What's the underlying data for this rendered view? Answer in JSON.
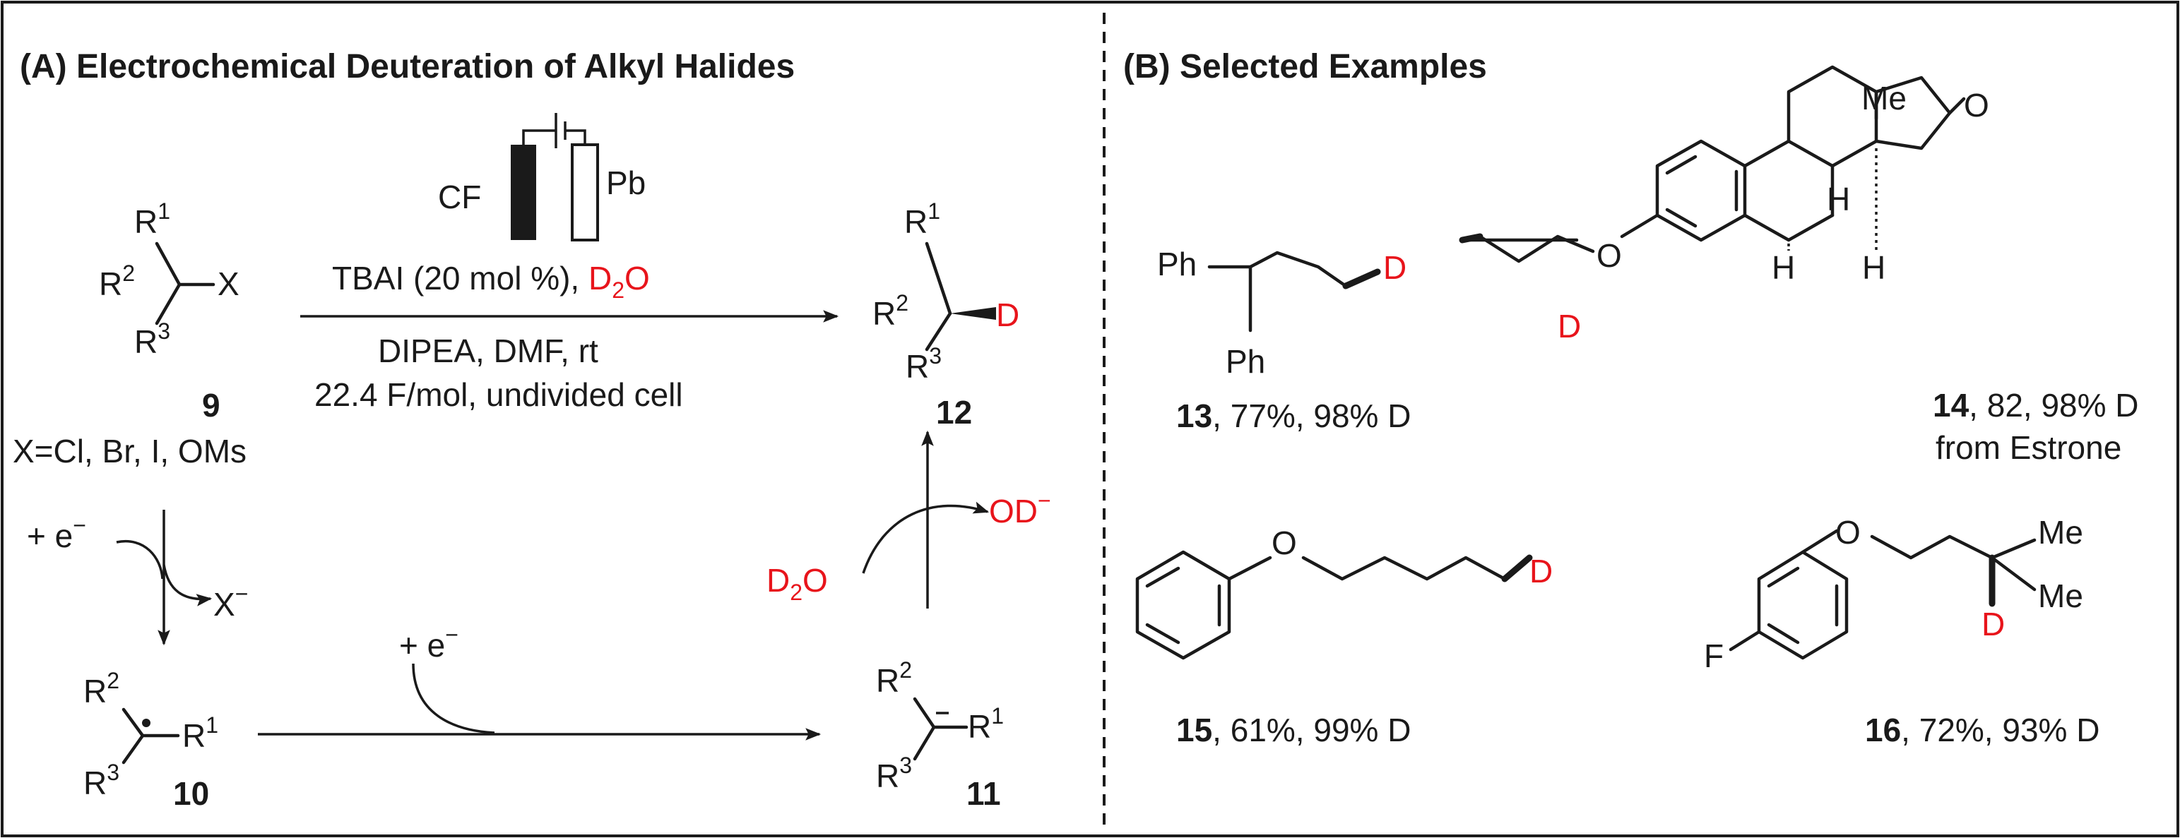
{
  "panel_a": {
    "title": "(A) Electrochemical Deuteration of Alkyl Halides",
    "electrode_left": "CF",
    "electrode_right": "Pb",
    "conditions": {
      "line1_prefix": "TBAI (20 mol %), ",
      "line1_reagent": "D",
      "line1_reagent_sub": "2",
      "line1_reagent_end": "O",
      "line2": "DIPEA, DMF,  rt",
      "line3": "22.4 F/mol, undivided cell"
    },
    "substrate": {
      "r1": "R",
      "r1_sup": "1",
      "r2": "R",
      "r2_sup": "2",
      "r3": "R",
      "r3_sup": "3",
      "x": "X",
      "number": "9",
      "x_def": "X=Cl, Br, I, OMs"
    },
    "product": {
      "r1": "R",
      "r1_sup": "1",
      "r2": "R",
      "r2_sup": "2",
      "r3": "R",
      "r3_sup": "3",
      "d": "D",
      "number": "12"
    },
    "radical": {
      "r1": "R",
      "r1_sup": "1",
      "r2": "R",
      "r2_sup": "2",
      "r3": "R",
      "r3_sup": "3",
      "number": "10"
    },
    "anion": {
      "r1": "R",
      "r1_sup": "1",
      "r2": "R",
      "r2_sup": "2",
      "r3": "R",
      "r3_sup": "3",
      "number": "11"
    },
    "step1_electron": "+ e",
    "step1_electron_sup": "−",
    "leaving": "X",
    "leaving_sup": "−",
    "step2_electron": "+ e",
    "step2_electron_sup": "−",
    "proton_source": "D",
    "proton_source_sub": "2",
    "proton_source_end": "O",
    "byproduct": "OD",
    "byproduct_sup": "−"
  },
  "panel_b": {
    "title": "(B) Selected Examples",
    "examples": [
      {
        "number": "13",
        "result": ", 77%, 98% D",
        "ph1": "Ph",
        "ph2": "Ph",
        "d": "D"
      },
      {
        "number": "14",
        "result": ", 82, 98% D",
        "note": "from Estrone",
        "me": "Me",
        "h1": "H",
        "h2": "H",
        "h3": "H",
        "o_ether": "O",
        "o_ketone": "O",
        "d": "D"
      },
      {
        "number": "15",
        "result": ", 61%, 99% D",
        "o": "O",
        "d": "D"
      },
      {
        "number": "16",
        "result": ", 72%, 93% D",
        "f": "F",
        "o": "O",
        "me1": "Me",
        "me2": "Me",
        "d": "D"
      }
    ]
  }
}
